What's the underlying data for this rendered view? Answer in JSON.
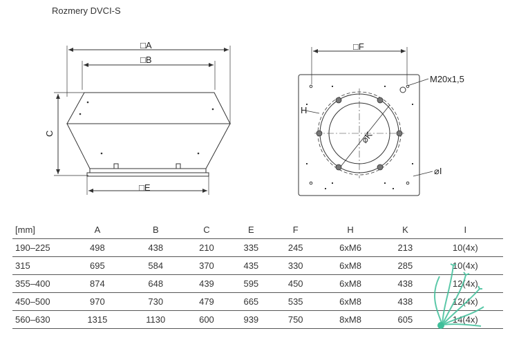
{
  "title": "Rozmery DVCI-S",
  "side_view_labels": {
    "a": "□A",
    "b": "□B",
    "c": "C",
    "e": "□E"
  },
  "top_view_labels": {
    "f": "□F",
    "m": "M20x1,5",
    "h": "H",
    "k": "⌀K",
    "i": "⌀I"
  },
  "table": {
    "headers": [
      "[mm]",
      "A",
      "B",
      "C",
      "E",
      "F",
      "H",
      "K",
      "I"
    ],
    "rows": [
      [
        "190–225",
        "498",
        "438",
        "210",
        "335",
        "245",
        "6xM6",
        "213",
        "10(4x)"
      ],
      [
        "315",
        "695",
        "584",
        "370",
        "435",
        "330",
        "6xM8",
        "285",
        "10(4x)"
      ],
      [
        "355–400",
        "874",
        "648",
        "439",
        "595",
        "450",
        "6xM8",
        "438",
        "12(4x)"
      ],
      [
        "450–500",
        "970",
        "730",
        "479",
        "665",
        "535",
        "6xM8",
        "438",
        "12(4x)"
      ],
      [
        "560–630",
        "1315",
        "1130",
        "600",
        "939",
        "750",
        "8xM8",
        "605",
        "14(4x)"
      ]
    ]
  },
  "colors": {
    "line": "#333333",
    "accent": "#3fbf9a"
  }
}
